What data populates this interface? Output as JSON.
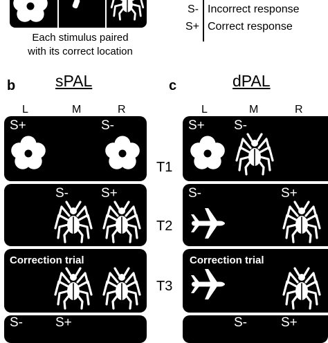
{
  "top": {
    "caption_line1": "Each stimulus paired",
    "caption_line2": "with its correct location"
  },
  "legend": [
    {
      "code": "S-",
      "text": "Incorrect response"
    },
    {
      "code": "S+",
      "text": "Correct response"
    }
  ],
  "section_b": {
    "letter": "b",
    "title": "sPAL"
  },
  "section_c": {
    "letter": "c",
    "title": "dPAL"
  },
  "locations": {
    "left": "L",
    "middle": "M",
    "right": "R"
  },
  "trials": [
    "T1",
    "T2",
    "T3"
  ],
  "panels": {
    "spal_t1": {
      "s1": "S+",
      "s2": "S-",
      "icons": [
        "flower-icon",
        "flower-icon"
      ]
    },
    "spal_t2": {
      "s1": "S-",
      "s2": "S+",
      "icons": [
        "spider-icon",
        "spider-icon"
      ]
    },
    "spal_t3": {
      "note": "Correction trial",
      "icons": [
        "spider-icon",
        "spider-icon"
      ]
    },
    "spal_t4": {
      "s1": "S-",
      "s2": "S+"
    },
    "dpal_t1": {
      "s1": "S+",
      "s2": "S-",
      "icons": [
        "flower-icon",
        "spider-icon"
      ]
    },
    "dpal_t2": {
      "s1": "S-",
      "s2": "S+",
      "icons": [
        "airplane-icon",
        "spider-icon"
      ]
    },
    "dpal_t3": {
      "note": "Correction trial",
      "icons": [
        "airplane-icon",
        "spider-icon"
      ]
    },
    "dpal_t4": {
      "s1": "S-",
      "s2": "S+"
    }
  },
  "colors": {
    "panel": "#000000",
    "icon": "#ffffff",
    "background": "#ffffff"
  }
}
